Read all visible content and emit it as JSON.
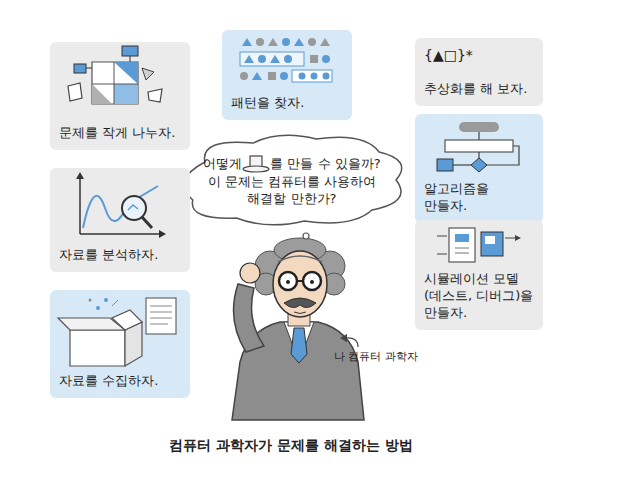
{
  "diagram": {
    "caption": "컴퓨터 과학자가 문제를 해결하는 방법",
    "nodes": [
      {
        "text": [
          "문제를 작게 나누자."
        ]
      },
      {
        "text": [
          "패턴을 찾자."
        ]
      },
      {
        "text": [
          "{▲□}*",
          "추상화를 해 보자."
        ]
      },
      {
        "text": [
          "알고리즘을 만들자."
        ]
      },
      {
        "text": [
          "어떻게",
          "를 만들 수 있을까?",
          "이 문제는 컴퓨터를 사용하여 해결할 만한가?"
        ]
      },
      {
        "text": [
          "자료를 분석하자."
        ]
      },
      {
        "text": [
          "시뮬레이션 모델 (데스트, 디버그)을 만들자."
        ]
      },
      {
        "text": [
          "자료를 수집하자."
        ]
      }
    ],
    "labels": [
      "나 컴퓨터 과학자"
    ]
  }
}
